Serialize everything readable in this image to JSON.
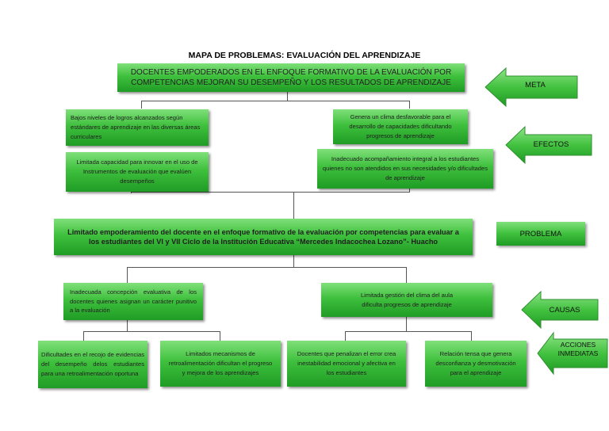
{
  "title": "MAPA DE PROBLEMAS: EVALUACIÓN DEL APRENDIZAJE",
  "meta_box": "DOCENTES EMPODERADOS EN EL ENFOQUE FORMATIVO DE LA EVALUACIÓN POR COMPETENCIAS MEJORAN SU DESEMPEÑO Y LOS RESULTADOS DE APRENDIZAJE",
  "efectos": {
    "left_1": "Bajos niveles de logros alcanzados según estándares de aprendizaje en las diversas áreas curriculares",
    "left_2": "Limitada capacidad para innovar en el uso de Instrumentos de evaluación que evalúen desempeños",
    "right_1": "Genera un clima desfavorable para el desarrollo de capacidades dificultando progresos de aprendizaje",
    "right_2": "Inadecuado acompañamiento integral a los estudiantes quienes no son atendidos en sus necesidades y/o dificultades de aprendizaje"
  },
  "problema_box": "Limitado empoderamiento del docente en el enfoque formativo de la evaluación por competencias para evaluar a los estudiantes del VI y VII Ciclo de la Institución Educativa “Mercedes Indacochea Lozano”- Huacho",
  "causas": {
    "left": "Inadecuada concepción evaluativa de los docentes quienes asignan un carácter punitivo a la evaluación",
    "right": "Limitada gestión del clima del aula dificulta progresos de aprendizaje"
  },
  "acciones": {
    "a1": "Dificultades en el recojo de evidencias del desempeño delos estudiantes para una retroalimentación oportuna",
    "a2": "Limitados mecanismos de retroalimentación dificultan el progreso y mejora de los aprendizajes",
    "a3": "Docentes que penalizan el error crea inestabilidad emocional y afectiva en los estudiantes",
    "a4": "Relación tensa que genera desconfianza y desmotivación para el aprendizaje"
  },
  "labels": {
    "meta": "META",
    "efectos": "EFECTOS",
    "problema": "PROBLEMA",
    "causas": "CAUSAS",
    "acciones": "ACCIONES INMEDIATAS"
  }
}
